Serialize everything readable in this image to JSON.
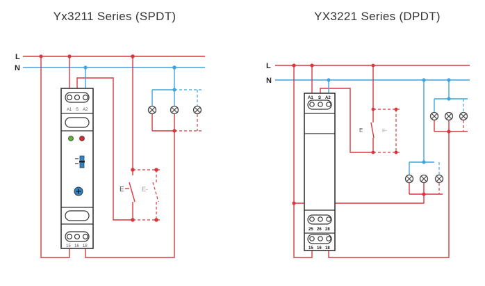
{
  "left": {
    "title": "Yx3211 Series (SPDT)",
    "bus_labels": {
      "live": "L",
      "neutral": "N"
    },
    "top_terminals": [
      "A1",
      "S",
      "A2"
    ],
    "bottom_terminals": [
      "15",
      "16",
      "18"
    ],
    "switch_label": "E",
    "indicators": [
      {
        "color": "#5db33a"
      },
      {
        "color": "#d62b2b"
      }
    ]
  },
  "right": {
    "title": "YX3221 Series (DPDT)",
    "bus_labels": {
      "live": "L",
      "neutral": "N"
    },
    "top_terminals": [
      "A1",
      "S",
      "A2"
    ],
    "mid_terminals": [
      "25",
      "26",
      "28"
    ],
    "bottom_terminals": [
      "15",
      "16",
      "18"
    ],
    "switch_label": "E"
  },
  "colors": {
    "live": "#d9363e",
    "neutral": "#3fa3dc",
    "accent_blue": "#2e86c9"
  }
}
